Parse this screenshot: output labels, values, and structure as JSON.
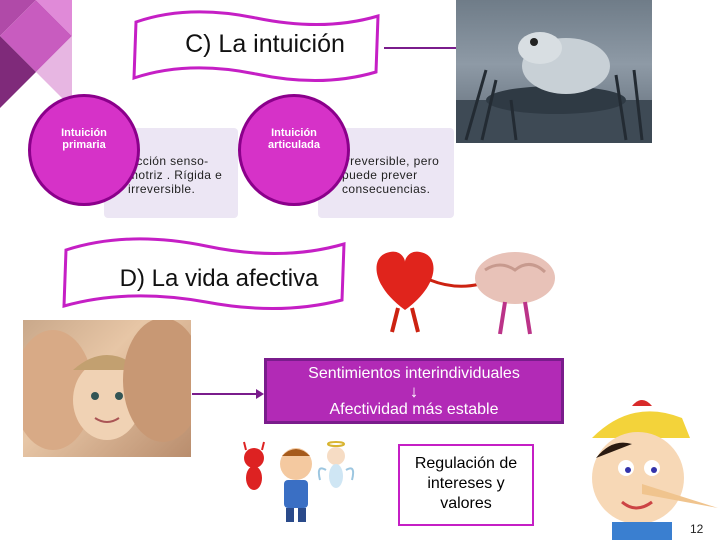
{
  "slide": {
    "title_c": "C) La intuición",
    "title_d": "D) La vida afectiva",
    "page_number": "12"
  },
  "intuition": {
    "primary": {
      "label": "Intuición primaria",
      "description": "Acción senso-motriz . Rígida e irreversible."
    },
    "articulated": {
      "label": "Intuición articulada",
      "description": "Irreversible, pero puede prever consecuencias."
    }
  },
  "affective": {
    "line1": "Sentimientos interindividuales",
    "arrow": "↓",
    "line2": "Afectividad más estable",
    "regulation": "Regulación de intereses y valores"
  },
  "colors": {
    "accent": "#d632c8",
    "accent_dark": "#8b008b",
    "box_bg": "#ece6f4",
    "purple_box": "#b22ab6"
  }
}
